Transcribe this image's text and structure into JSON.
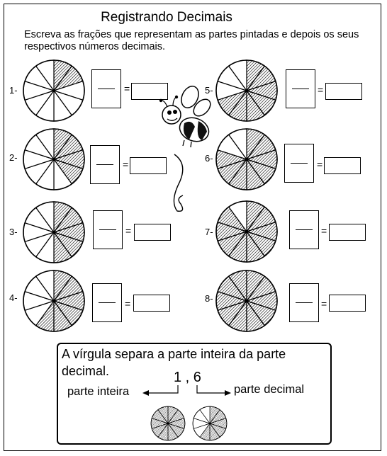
{
  "worksheet": {
    "title": "Registrando Decimais",
    "instruction": "Escreva as frações que representam as partes pintadas e depois os seus respectivos números decimais.",
    "equals_sign": "="
  },
  "exercises": [
    {
      "label": "1-",
      "shaded_tenths": 2
    },
    {
      "label": "2-",
      "shaded_tenths": 4
    },
    {
      "label": "3-",
      "shaded_tenths": 5
    },
    {
      "label": "4-",
      "shaded_tenths": 6
    },
    {
      "label": "5-",
      "shaded_tenths": 7
    },
    {
      "label": "6-",
      "shaded_tenths": 8
    },
    {
      "label": "7-",
      "shaded_tenths": 9
    },
    {
      "label": "8-",
      "shaded_tenths": 10
    }
  ],
  "info_box": {
    "text_line1": "A vírgula separa a parte inteira da parte",
    "text_line2": "decimal.",
    "example_number": "1 , 6",
    "integer_part_label": "parte inteira",
    "decimal_part_label": "parte decimal",
    "example_wheels": [
      {
        "shaded_tenths": 10
      },
      {
        "shaded_tenths": 6
      }
    ]
  }
}
